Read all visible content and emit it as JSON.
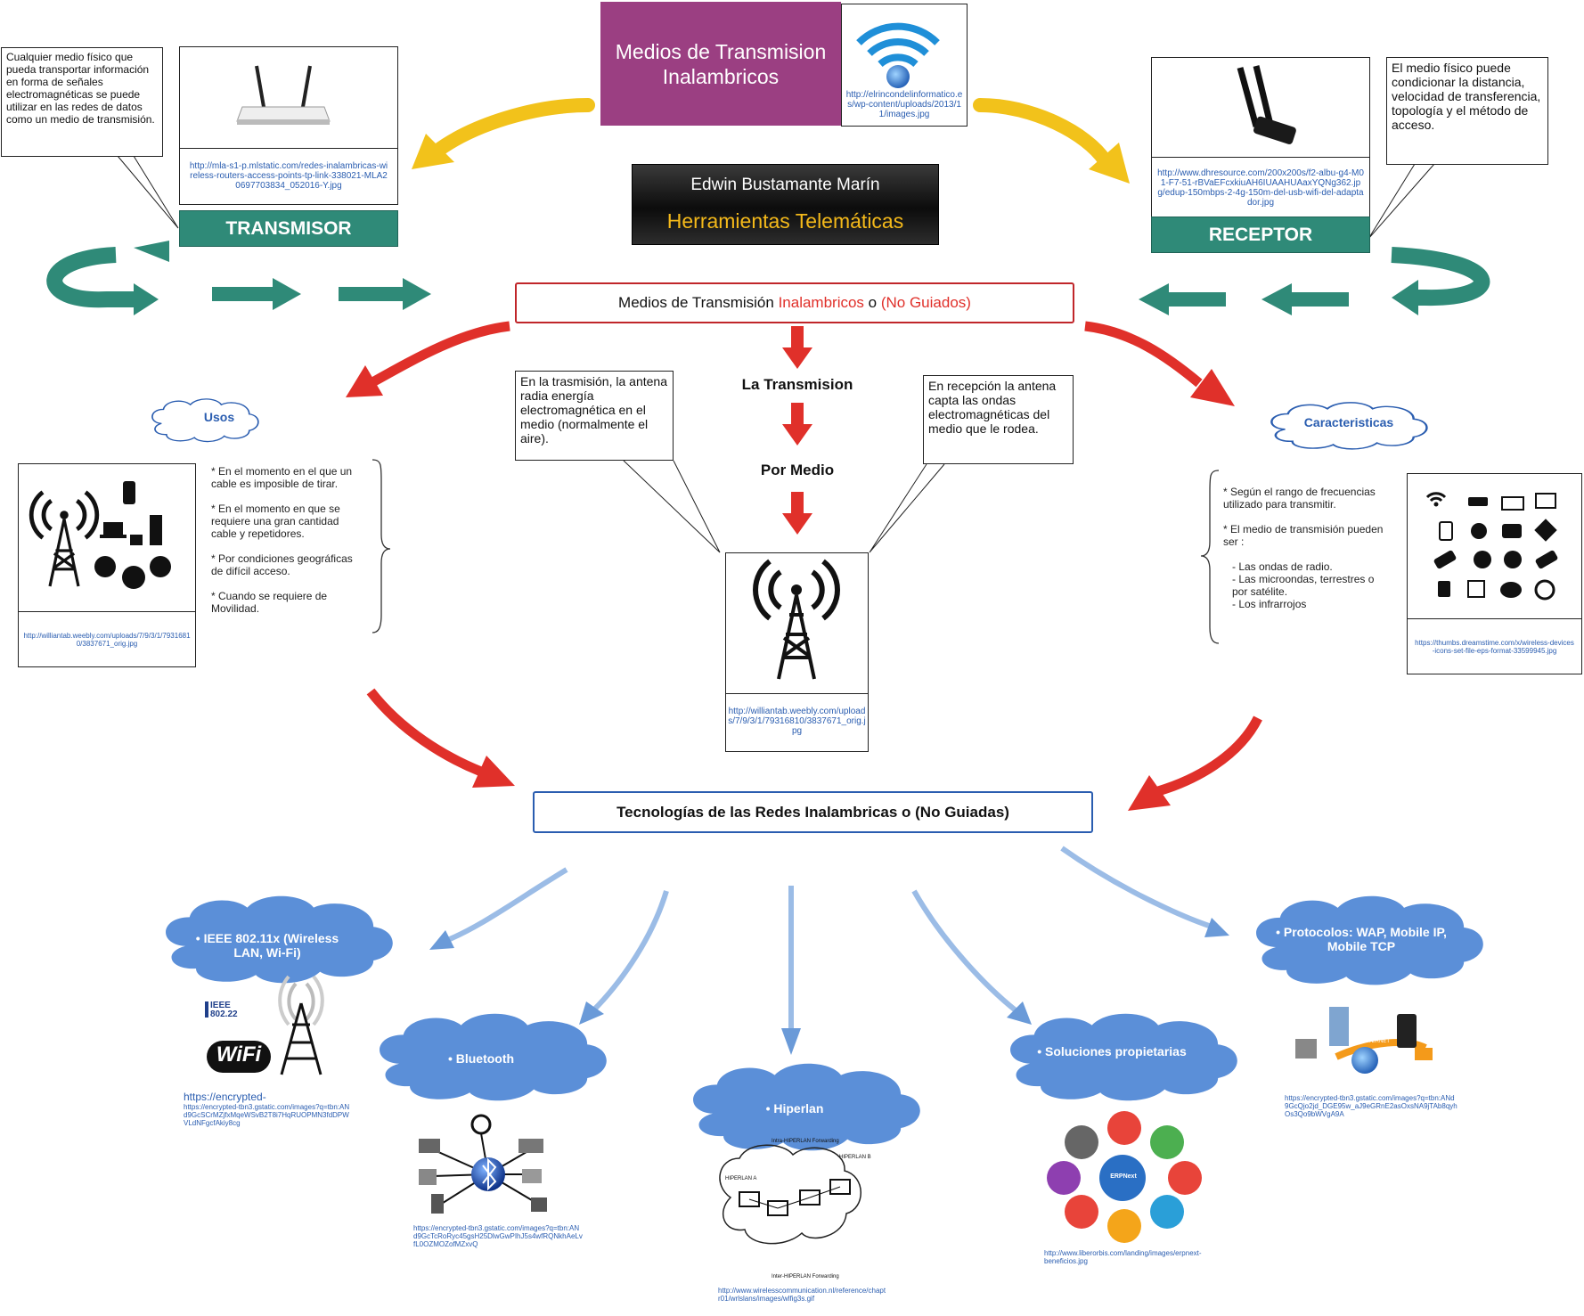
{
  "header": {
    "title": "Medios de Transmision Inalambricos",
    "title_url": "http://elrincondelinformatico.es/wp-content/uploads/2013/11/images.jpg",
    "author": "Edwin Bustamante Marín",
    "course": "Herramientas Telemáticas"
  },
  "transmisor": {
    "note": "Cualquier medio físico que pueda transportar información en forma de señales electromagnéticas se puede utilizar en las redes de datos como un medio de transmisión.",
    "image_url": "http://mla-s1-p.mlstatic.com/redes-inalambricas-wireless-routers-access-points-tp-link-338021-MLA20697703834_052016-Y.jpg",
    "label": "TRANSMISOR"
  },
  "receptor": {
    "note": "El medio físico puede condicionar la distancia, velocidad de transferencia, topología y el método de acceso.",
    "image_url": "http://www.dhresource.com/200x200s/f2-albu-g4-M01-F7-51-rBVaEFcxkiuAH6IUAAHUAaxYQNg362.jpg/edup-150mbps-2-4g-150m-del-usb-wifi-del-adaptador.jpg",
    "label": "RECEPTOR"
  },
  "center": {
    "main_prefix": "Medios de Transmisión ",
    "main_red": "Inalambricos",
    "main_mid": " o ",
    "main_red2": "(No Guiados)",
    "step1": "La Transmision",
    "step2": "Por Medio",
    "note_left": "En la trasmisión, la antena radia energía electromagnética en el medio (normalmente el aire).",
    "note_right": "En recepción la antena capta las ondas electromagnéticas del medio que le rodea.",
    "antenna_url": "http://williantab.weebly.com/uploads/7/9/3/1/79316810/3837671_orig.jpg"
  },
  "usos": {
    "label": "Usos",
    "items": [
      "* En el momento en el que un cable es imposible de tirar.",
      "* En el momento en que se requiere una gran cantidad cable y repetidores.",
      "* Por condiciones geográficas de difícil acceso.",
      "* Cuando se requiere de Movilidad."
    ],
    "image_url": "http://williantab.weebly.com/uploads/7/9/3/1/79316810/3837671_orig.jpg"
  },
  "caracteristicas": {
    "label": "Caracteristicas",
    "items": [
      "* Según el rango de frecuencias utilizado para transmitir.",
      "* El medio de transmisión pueden ser :",
      "- Las ondas de radio.",
      "- Las microondas, terrestres o por satélite.",
      "- Los infrarrojos"
    ],
    "image_url": "https://thumbs.dreamstime.com/x/wireless-devices-icons-set-file-eps-format-33599945.jpg"
  },
  "tecnologias": {
    "title": "Tecnologías de las Redes Inalambricas o (No Guiadas)",
    "clouds": [
      {
        "label": "• IEEE 802.11x (Wireless LAN, Wi-Fi)",
        "url": "https://encrypted-tbn3.gstatic.com/images?q=tbn:ANd9GcSCrMZjfxMqeWSvB2T8i7HqRUOPMN3fdDPWVLdNFgcfAkiy8cg",
        "url_head": "https://encrypted-"
      },
      {
        "label": "• Bluetooth",
        "url": "https://encrypted-tbn3.gstatic.com/images?q=tbn:ANd9GcTcRoRyc45gsH25DlwGwPIhJ5s4wfRQNkhAeLvfL0OZMOZofMZxvQ"
      },
      {
        "label": "• Hiperlan",
        "url": "http://www.wirelesscommunication.nl/reference/chaptr01/wrlslans/images/wlfig3s.gif"
      },
      {
        "label": "• Soluciones propietarias",
        "url": "http://www.liberorbis.com/landing/images/erpnext-beneficios.jpg"
      },
      {
        "label": "• Protocolos: WAP, Mobile IP, Mobile TCP",
        "url": "https://encrypted-tbn3.gstatic.com/images?q=tbn:ANd9GcQjo2jd_DGE95w_aJ9eGRnE2asOxsNA9jTAb8qyhOs3Qo9bWVgA9A"
      }
    ]
  },
  "images": {
    "wifi": "WiFi",
    "ieee": "IEEE 802.22",
    "hiperlan_a": "HIPERLAN A",
    "hiperlan_b": "HIPERLAN B",
    "intra": "Intra-HIPERLAN Forwarding",
    "inter": "Inter-HIPERLAN Forwarding",
    "erpnext": "ERPNext",
    "internet": "INTERNET"
  },
  "colors": {
    "teal": "#2f8a78",
    "red_arrow": "#e0302a",
    "yellow_arrow": "#f2c21b",
    "cloud_blue": "#5b8fd8",
    "title_purple": "#9b3f82",
    "author_gold": "#f4b91a",
    "link_blue": "#2a5db0"
  }
}
